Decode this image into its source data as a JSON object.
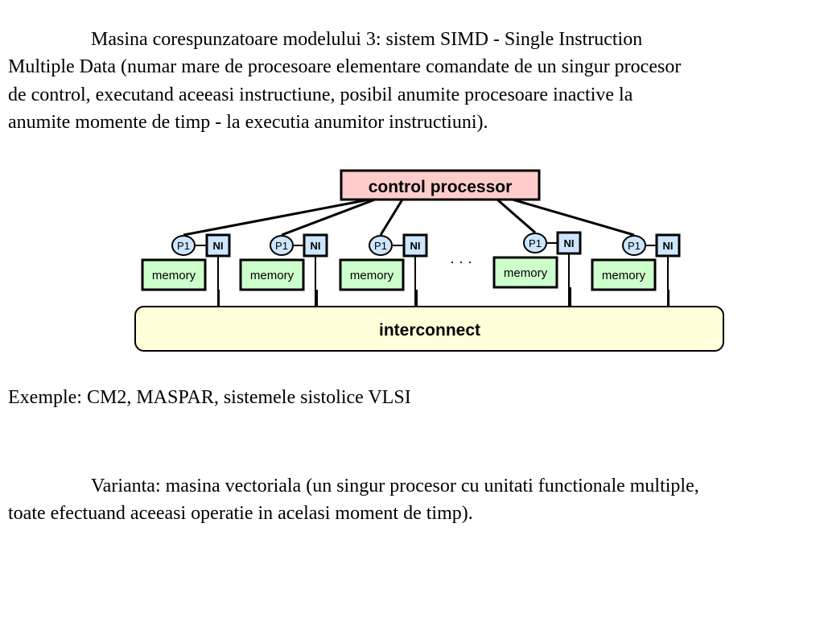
{
  "intro": {
    "lines": [
      "Masina corespunzatoare modelului 3: sistem SIMD - Single Instruction",
      "Multiple Data (numar mare de procesoare elementare comandate de un singur procesor",
      "de control, executand aceeasi instructiune, posibil anumite procesoare inactive la",
      "anumite momente de timp - la executia anumitor instructiuni)."
    ]
  },
  "diagram": {
    "control_label": "control processor",
    "interconnect_label": "interconnect",
    "processor_label": "P1",
    "ni_label": "NI",
    "memory_label": "memory",
    "ellipsis": "· · ·",
    "colors": {
      "control_fill": "#ffcccc",
      "memory_fill": "#ccffcc",
      "ni_fill": "#cce6ff",
      "processor_fill": "#cce6ff",
      "interconnect_fill": "#ffffd9"
    }
  },
  "examples": {
    "text": "Exemple: CM2, MASPAR, sistemele sistolice VLSI"
  },
  "variant": {
    "lines": [
      "Varianta: masina vectoriala (un singur procesor cu unitati functionale multiple,",
      "toate efectuand aceeasi operatie in acelasi moment de timp)."
    ]
  }
}
